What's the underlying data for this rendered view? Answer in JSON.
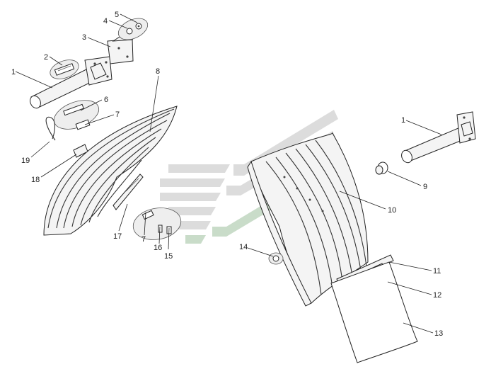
{
  "callouts": {
    "c1_left": "1",
    "c2": "2",
    "c3": "3",
    "c4": "4",
    "c5": "5",
    "c6": "6",
    "c7_upper": "7",
    "c8": "8",
    "c19": "19",
    "c18": "18",
    "c17": "17",
    "c7_lower": "7",
    "c16": "16",
    "c15": "15",
    "c1_right": "1",
    "c9": "9",
    "c10": "10",
    "c14": "14",
    "c11": "11",
    "c12": "12",
    "c13": "13"
  },
  "colors": {
    "line": "#222222",
    "part_fill": "#f4f4f4",
    "watermark_gray": "#dcdcdc",
    "watermark_green": "#c9dcc9"
  }
}
